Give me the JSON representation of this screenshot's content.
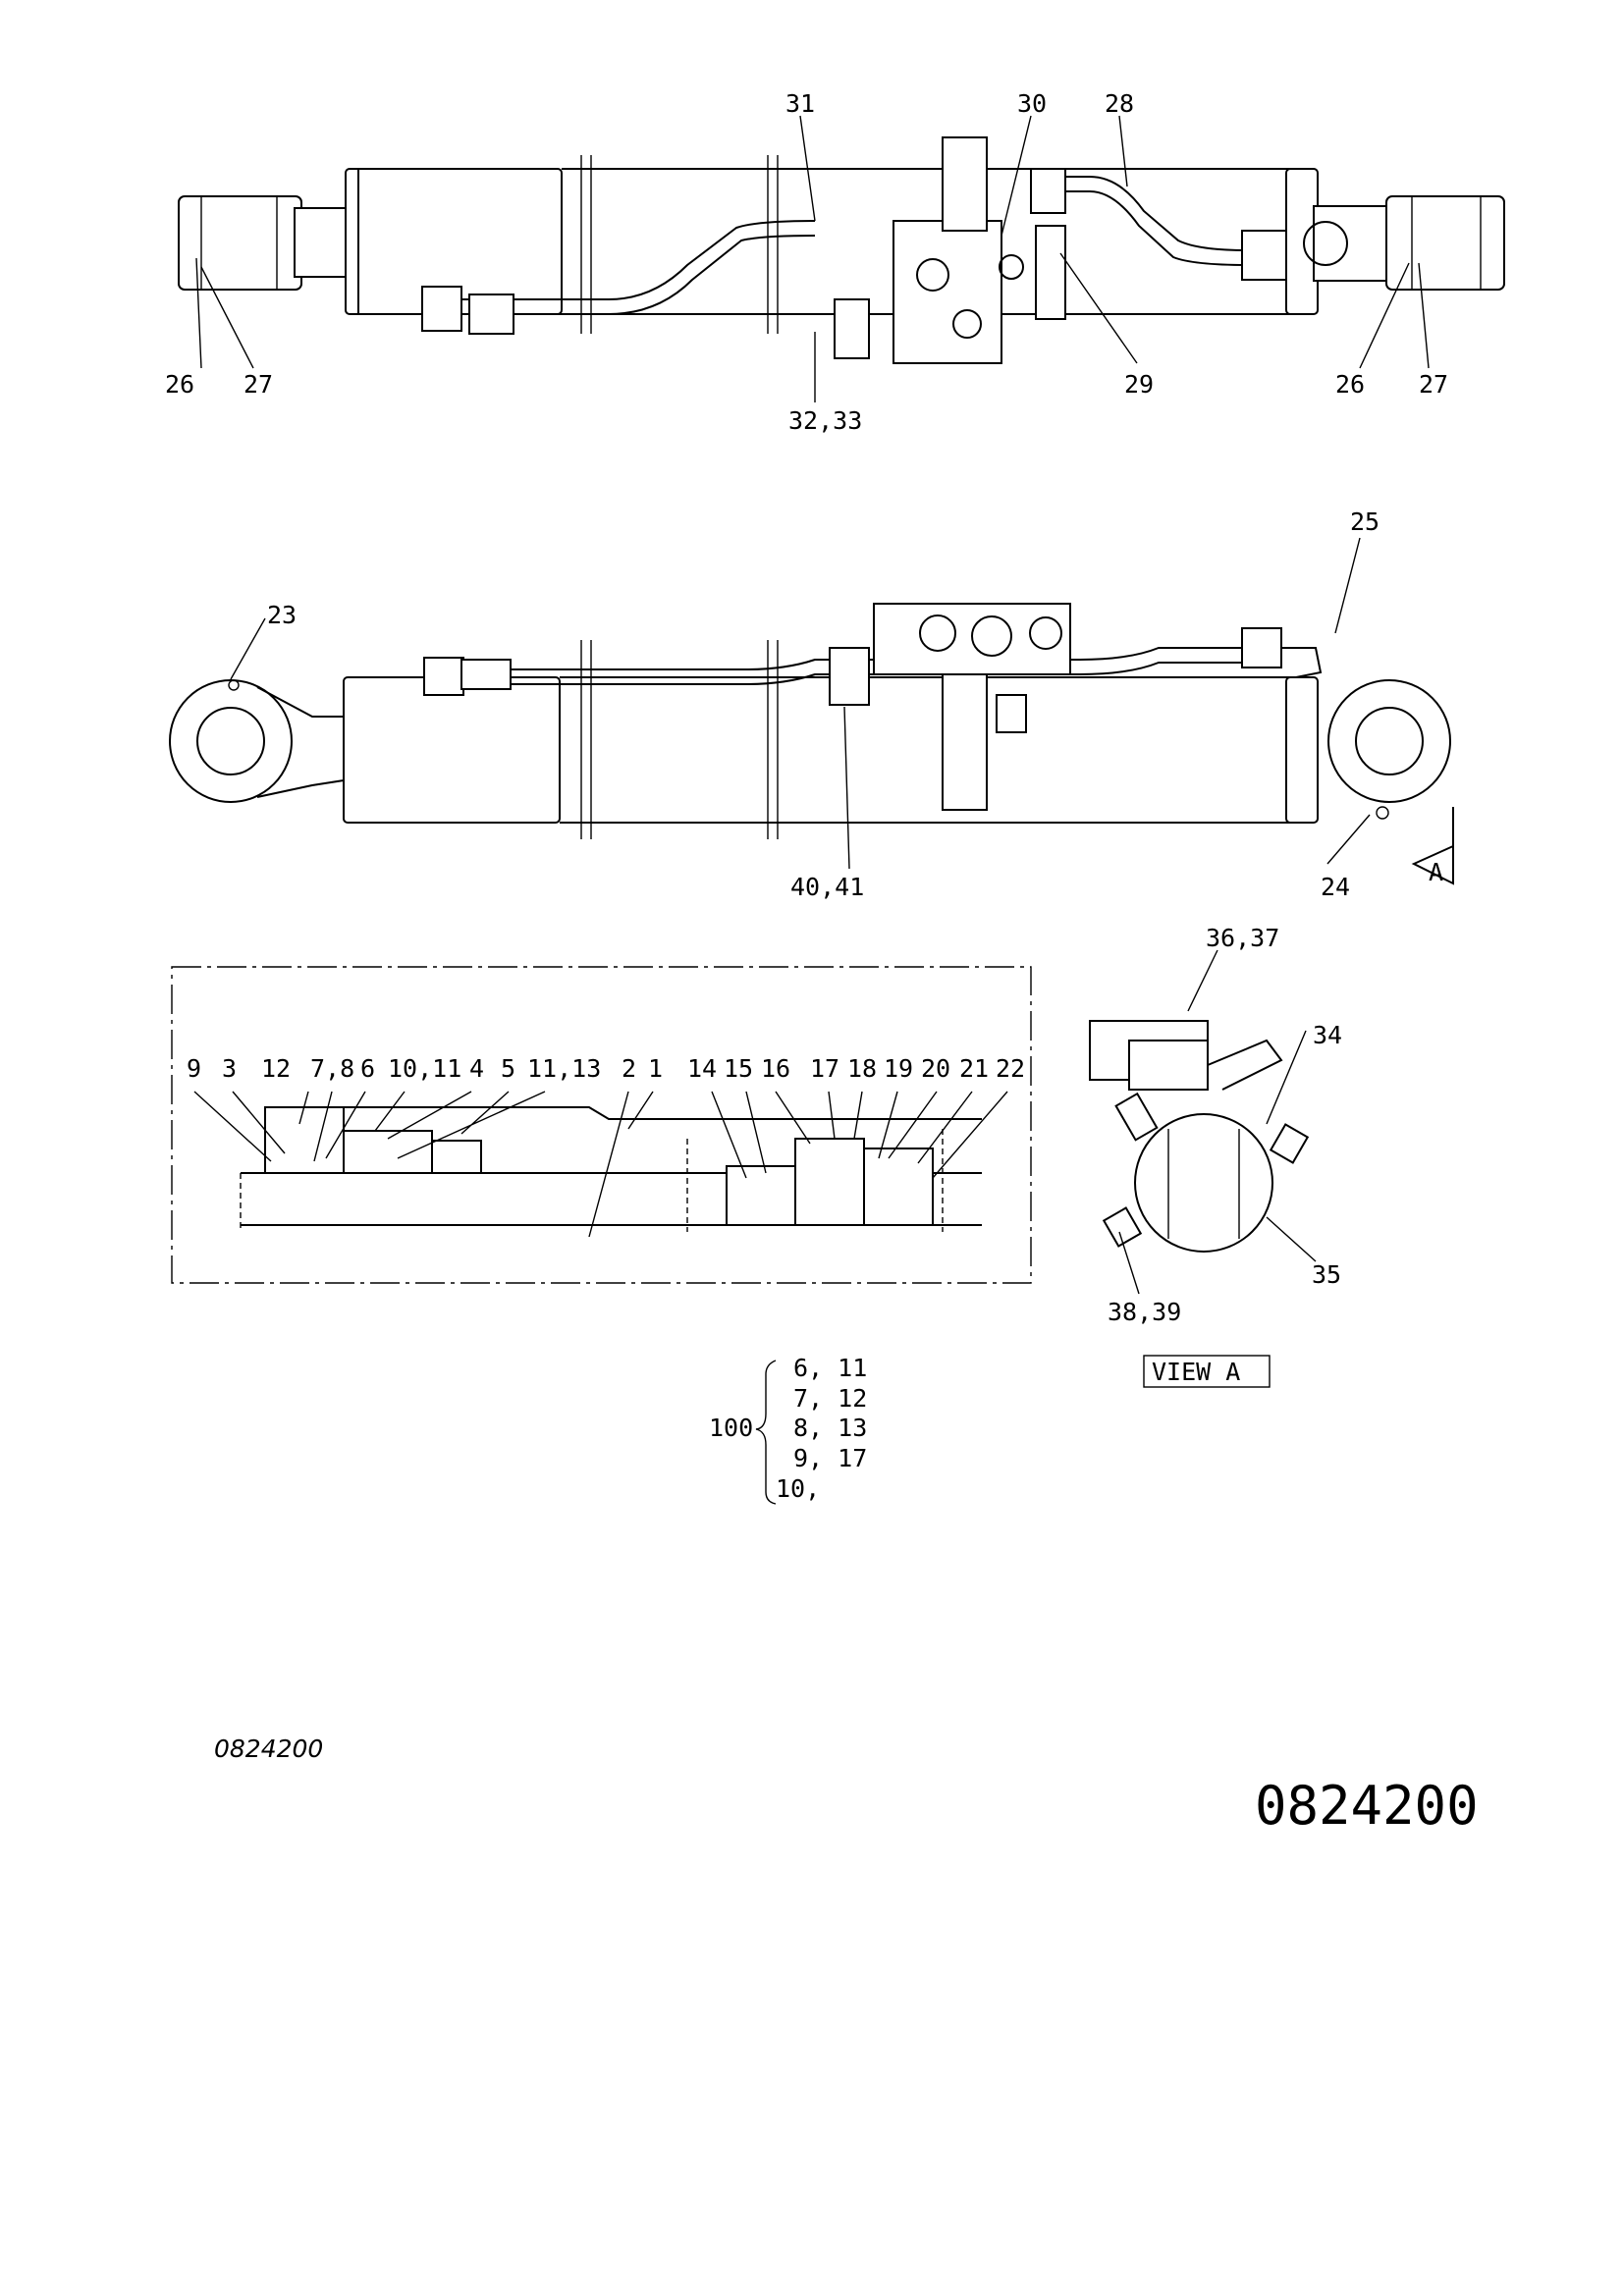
{
  "callouts": {
    "c31": "31",
    "c30": "30",
    "c28": "28",
    "c26a": "26",
    "c27a": "27",
    "c32": "32,33",
    "c29": "29",
    "c26b": "26",
    "c27b": "27",
    "c25": "25",
    "c23": "23",
    "c40": "40,41",
    "c24": "24",
    "viewA": "A",
    "c36": "36,37",
    "c34": "34",
    "c35": "35",
    "c38": "38,39",
    "s9": "9",
    "s3": "3",
    "s12": "12",
    "s78": "7,8",
    "s6": "6",
    "s1011": "10,11",
    "s4": "4",
    "s5": "5",
    "s1113": "11,13",
    "s2": "2",
    "s1": "1",
    "s14": "14",
    "s15": "15",
    "s16": "16",
    "s17": "17",
    "s18": "18",
    "s19": "19",
    "s20": "20",
    "s21": "21",
    "s22": "22"
  },
  "kit": {
    "number": "100",
    "rows": [
      "6, 11",
      "7, 12",
      "8, 13",
      "9, 17",
      "10,"
    ]
  },
  "view_label": "VIEW  A",
  "drawing_number_small": "0824200",
  "drawing_number_large": "0824200"
}
